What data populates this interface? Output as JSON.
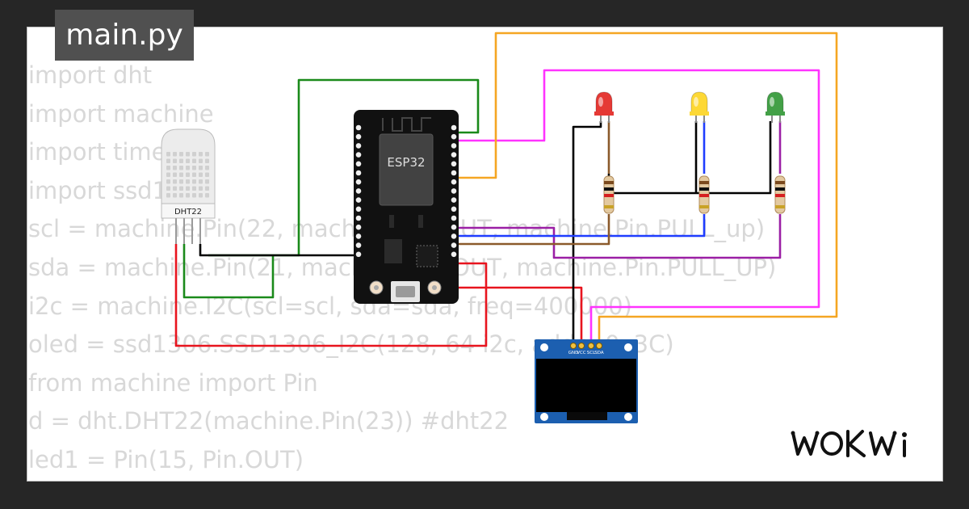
{
  "editor": {
    "filename": "main.py",
    "code_lines": [
      "import dht",
      "import machine",
      "import time",
      "import ssd1306",
      "scl = machine.Pin(22, machine.Pin.OUT, machine.Pin.PULL_up)",
      "sda = machine.Pin(21, machine.Pin.OUT, machine.Pin.PULL_UP)",
      "i2c = machine.I2C(scl=scl, sda=sda, freq=400000)",
      "oled = ssd1306.SSD1306_I2C(128, 64 i2c, addr=0x3C)",
      "from machine import Pin",
      "d = dht.DHT22(machine.Pin(23)) #dht22",
      "led1 = Pin(15, Pin.OUT)"
    ]
  },
  "components": {
    "esp32": {
      "label": "ESP32"
    },
    "dht22": {
      "label": "DHT22"
    },
    "oled_pins": [
      "GND",
      "VCC",
      "SCL",
      "SDA"
    ],
    "leds": [
      {
        "name": "red",
        "color": "#e53935"
      },
      {
        "name": "yellow",
        "color": "#fdd835"
      },
      {
        "name": "green",
        "color": "#43a047"
      }
    ]
  },
  "wire_colors": {
    "green": "#1a8a1a",
    "magenta": "#ff33ff",
    "orange": "#f5a623",
    "red": "#e8141e",
    "black": "#000000",
    "blue": "#1f3dff",
    "purple": "#9b1fa5",
    "brown": "#8b5a2b"
  },
  "brand": {
    "logo_text": "WOKWi"
  }
}
